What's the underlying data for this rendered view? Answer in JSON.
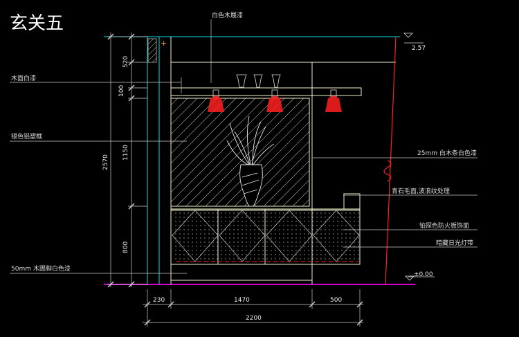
{
  "title": "玄关五",
  "labels": {
    "top_note": "白色木屐漆",
    "wood_white": "木面白漆",
    "silver_frame": "银色铝塑框",
    "wood_strip": "25mm 白木条白色漆",
    "stone": "青石毛面,波浪纹处理",
    "panel": "铂探色防火板饰面",
    "light_strip": "暗藏日光灯带",
    "skirting": "50mm 木踢脚白色漆"
  },
  "elevations": {
    "top": "2.57",
    "zero": "±0.00"
  },
  "dims_vertical": {
    "d520": "520",
    "d100": "100",
    "d1150": "1150",
    "d2570": "2570",
    "d800": "800"
  },
  "dims_horizontal": {
    "d230": "230",
    "d1470": "1470",
    "d500": "500",
    "d2200": "2200"
  },
  "colors": {
    "background": "#000000",
    "line": "#f0f0c8",
    "leader": "#c8c8c8",
    "cyan": "#00e0e0",
    "red": "#ff2020",
    "magenta": "#d000d0",
    "orange": "#ff9a00"
  }
}
